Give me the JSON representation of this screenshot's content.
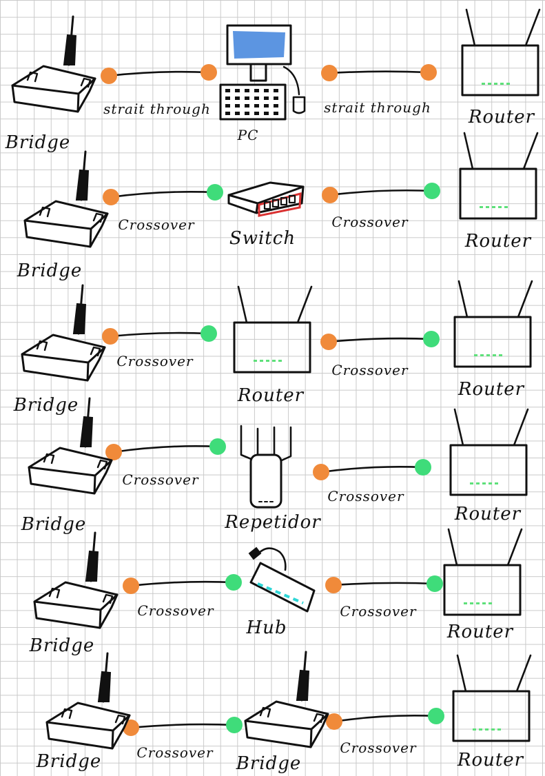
{
  "rows": [
    {
      "left": {
        "type": "bridge",
        "label": "Bridge"
      },
      "middle": {
        "type": "pc",
        "label": "PC"
      },
      "right": {
        "type": "router",
        "label": "Router"
      },
      "cable_left": {
        "label": "strait through",
        "end_color": "orange"
      },
      "cable_right": {
        "label": "strait through",
        "end_color": "orange"
      }
    },
    {
      "left": {
        "type": "bridge",
        "label": "Bridge"
      },
      "middle": {
        "type": "switch",
        "label": "Switch"
      },
      "right": {
        "type": "router",
        "label": "Router"
      },
      "cable_left": {
        "label": "Crossover",
        "end_color": "green"
      },
      "cable_right": {
        "label": "Crossover",
        "end_color": "green"
      }
    },
    {
      "left": {
        "type": "bridge",
        "label": "Bridge"
      },
      "middle": {
        "type": "router",
        "label": "Router"
      },
      "right": {
        "type": "router",
        "label": "Router"
      },
      "cable_left": {
        "label": "Crossover",
        "end_color": "green"
      },
      "cable_right": {
        "label": "Crossover",
        "end_color": "green"
      }
    },
    {
      "left": {
        "type": "bridge",
        "label": "Bridge"
      },
      "middle": {
        "type": "repeater",
        "label": "Repetidor"
      },
      "right": {
        "type": "router",
        "label": "Router"
      },
      "cable_left": {
        "label": "Crossover",
        "end_color": "green"
      },
      "cable_right": {
        "label": "Crossover",
        "end_color": "green"
      }
    },
    {
      "left": {
        "type": "bridge",
        "label": "Bridge"
      },
      "middle": {
        "type": "hub",
        "label": "Hub"
      },
      "right": {
        "type": "router",
        "label": "Router"
      },
      "cable_left": {
        "label": "Crossover",
        "end_color": "green"
      },
      "cable_right": {
        "label": "Crossover",
        "end_color": "green"
      }
    },
    {
      "left": {
        "type": "bridge",
        "label": "Bridge"
      },
      "middle": {
        "type": "bridge",
        "label": "Bridge"
      },
      "right": {
        "type": "router",
        "label": "Router"
      },
      "cable_left": {
        "label": "Crossover",
        "end_color": "green"
      },
      "cable_right": {
        "label": "Crossover",
        "end_color": "green"
      }
    }
  ],
  "colors": {
    "orange": "#f08a3a",
    "green": "#3fdc7a",
    "ink": "#111111",
    "screen_blue": "#3f82dc",
    "switch_red": "#d93030",
    "hub_cyan": "#2fd6d6",
    "led_green": "#5ee07a",
    "grid": "#c9c9c9"
  }
}
